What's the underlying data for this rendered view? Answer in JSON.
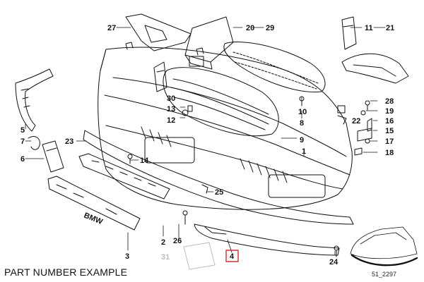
{
  "caption": "PART NUMBER EXAMPLE",
  "diagram_code": "51_2297",
  "badge_letters": "BMW",
  "highlight_color": "#d32f2f",
  "callouts": [
    {
      "id": "c1",
      "text": "1"
    },
    {
      "id": "c2",
      "text": "2"
    },
    {
      "id": "c3",
      "text": "3"
    },
    {
      "id": "c4",
      "text": "4"
    },
    {
      "id": "c5",
      "text": "5"
    },
    {
      "id": "c6",
      "text": "6"
    },
    {
      "id": "c7",
      "text": "7"
    },
    {
      "id": "c8",
      "text": "8"
    },
    {
      "id": "c9",
      "text": "9"
    },
    {
      "id": "c10",
      "text": "10"
    },
    {
      "id": "c11",
      "text": "11"
    },
    {
      "id": "c12",
      "text": "12"
    },
    {
      "id": "c13",
      "text": "13"
    },
    {
      "id": "c14",
      "text": "14"
    },
    {
      "id": "c15",
      "text": "15"
    },
    {
      "id": "c16",
      "text": "16"
    },
    {
      "id": "c17",
      "text": "17"
    },
    {
      "id": "c18",
      "text": "18"
    },
    {
      "id": "c19",
      "text": "19"
    },
    {
      "id": "c20",
      "text": "20"
    },
    {
      "id": "c21",
      "text": "21"
    },
    {
      "id": "c22",
      "text": "22"
    },
    {
      "id": "c23",
      "text": "23"
    },
    {
      "id": "c24",
      "text": "24"
    },
    {
      "id": "c25",
      "text": "25"
    },
    {
      "id": "c26",
      "text": "26"
    },
    {
      "id": "c27",
      "text": "27"
    },
    {
      "id": "c28",
      "text": "28"
    },
    {
      "id": "c29",
      "text": "29"
    },
    {
      "id": "c30",
      "text": "30"
    },
    {
      "id": "c31",
      "text": "31"
    }
  ]
}
